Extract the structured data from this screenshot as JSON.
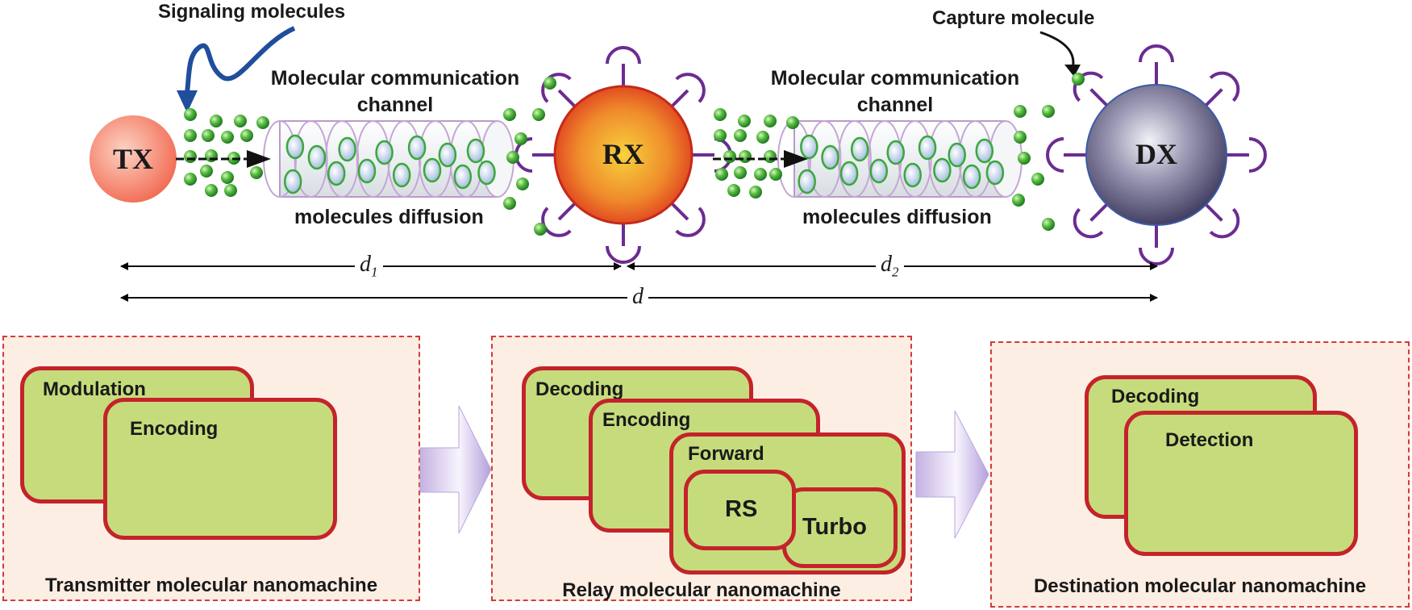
{
  "labels": {
    "signaling": "Signaling molecules",
    "capture": "Capture molecule",
    "channel1": "Molecular communication\nchannel",
    "channel2": "Molecular communication\nchannel",
    "diffusion1": "molecules diffusion",
    "diffusion2": "molecules diffusion"
  },
  "nodes": {
    "tx": "TX",
    "rx": "RX",
    "dx": "DX"
  },
  "distances": {
    "d1_base": "d",
    "d1_sub": "1",
    "d2_base": "d",
    "d2_sub": "2",
    "d": "d"
  },
  "panels": {
    "transmitter": {
      "caption": "Transmitter molecular nanomachine",
      "blocks": [
        "Modulation",
        "Encoding"
      ]
    },
    "relay": {
      "caption": "Relay molecular nanomachine",
      "blocks": [
        "Decoding",
        "Encoding",
        "Forward",
        "RS",
        "Turbo"
      ]
    },
    "destination": {
      "caption": "Destination molecular nanomachine",
      "blocks": [
        "Decoding",
        "Detection"
      ]
    }
  },
  "colors": {
    "tx": "#f47a63",
    "rx_outer": "#e03a1d",
    "rx_inner": "#f7c93b",
    "dx": "#5b5778",
    "receptor": "#6b2c91",
    "molecule": "#3aa83a",
    "block_fill": "#c6dc7c",
    "block_border": "#c4232b",
    "panel_fill": "#fdeee4",
    "panel_border": "#d33a3a",
    "signal_arrow": "#1f4e9c"
  }
}
